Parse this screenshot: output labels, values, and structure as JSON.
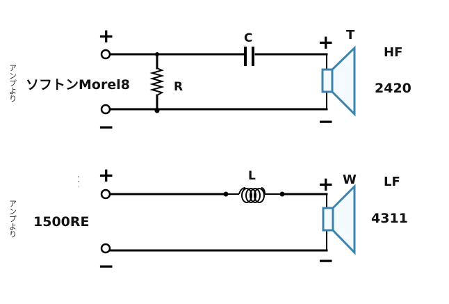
{
  "diagram": {
    "type": "speaker crossover network",
    "colors": {
      "wire": "#000000",
      "speaker": "#3d84ad",
      "background": "#ffffff"
    },
    "high_section": {
      "input_label": "アンプより",
      "source_label": "ソフトンMorel8",
      "input_plus": "+",
      "input_minus": "−",
      "resistor_label": "R",
      "capacitor_label": "C",
      "speaker_plus": "+",
      "speaker_minus": "−",
      "speaker_label": "T",
      "band_label": "HF",
      "model_label": "2420"
    },
    "low_section": {
      "input_label": "アンプより",
      "source_label": "1500RE",
      "input_plus": "+",
      "input_minus": "−",
      "inductor_label": "L",
      "speaker_plus": "+",
      "speaker_minus": "−",
      "speaker_label": "W",
      "band_label": "LF",
      "model_label": "4311"
    }
  }
}
